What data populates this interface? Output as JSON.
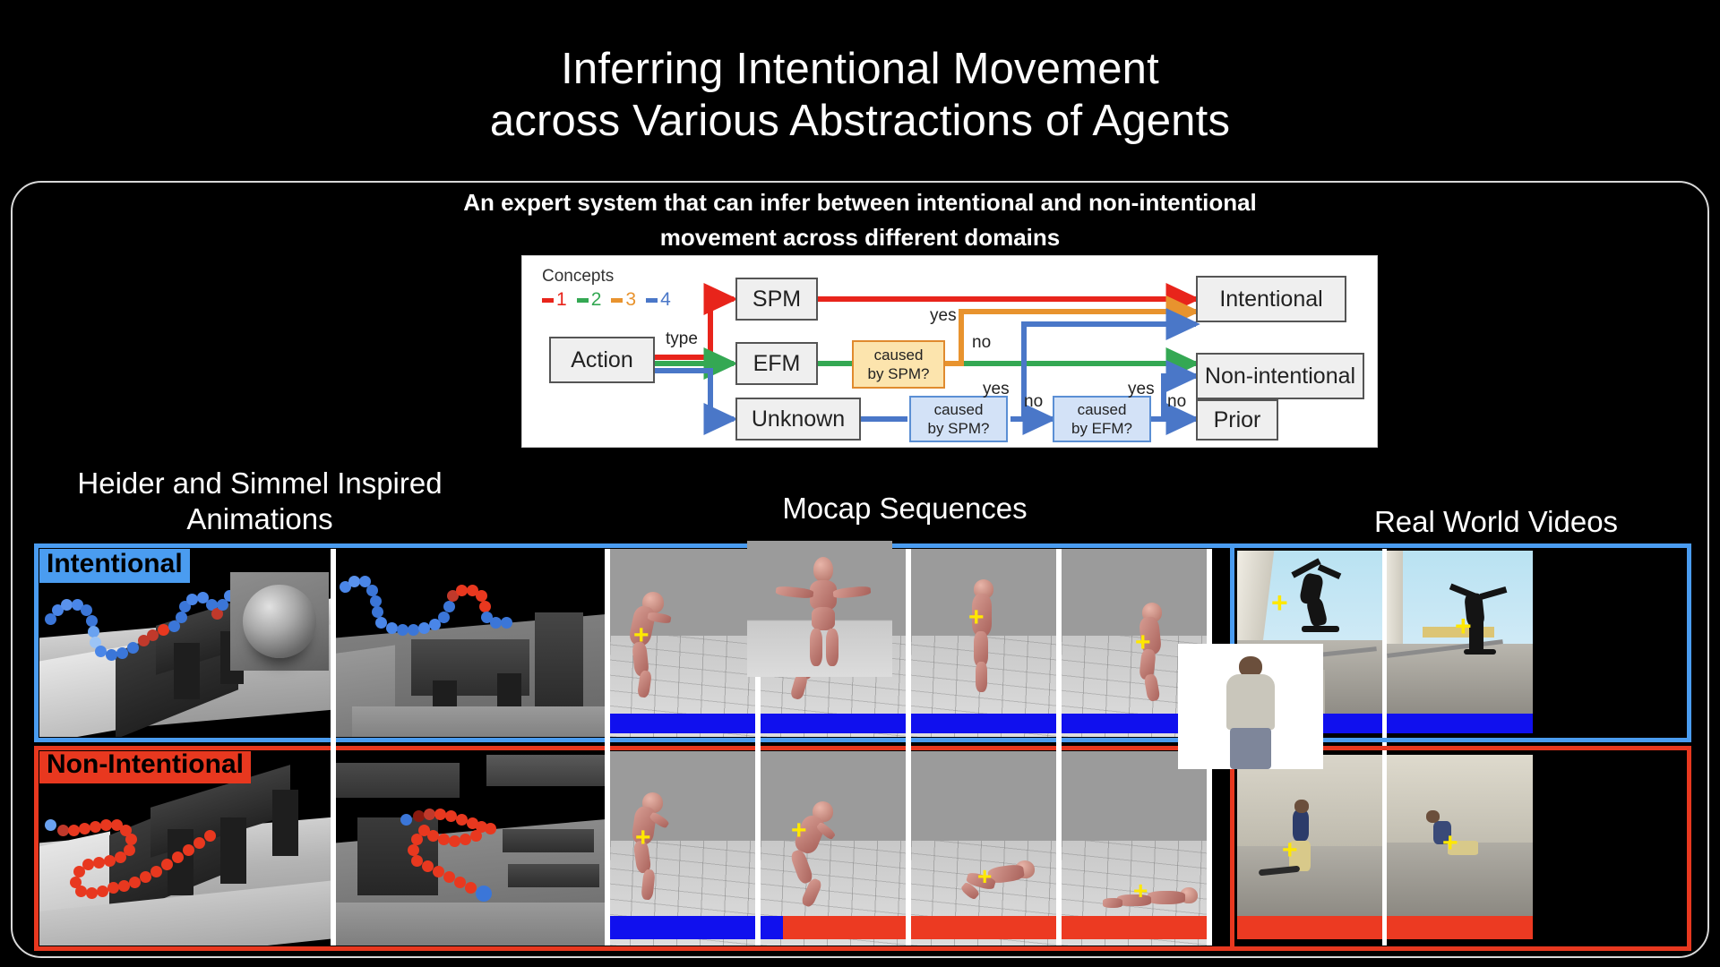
{
  "title": "Inferring Intentional Movement\nacross Various Abstractions of Agents",
  "subtitle": "An expert system that can infer between intentional and non-intentional\nmovement across different domains",
  "flowchart": {
    "legend_title": "Concepts",
    "legend_items": [
      {
        "label": "1",
        "color": "#e8241b"
      },
      {
        "label": "2",
        "color": "#34a853"
      },
      {
        "label": "3",
        "color": "#e8932e"
      },
      {
        "label": "4",
        "color": "#4a77c8"
      }
    ],
    "nodes": {
      "action": "Action",
      "spm": "SPM",
      "efm": "EFM",
      "unknown": "Unknown",
      "intentional": "Intentional",
      "non_intentional": "Non-intentional",
      "prior": "Prior"
    },
    "decisions": {
      "caused_by_spm_top": "caused\nby SPM?",
      "caused_by_spm_bottom": "caused\nby SPM?",
      "caused_by_efm": "caused\nby EFM?"
    },
    "edge_labels": {
      "type": "type",
      "yes_top": "yes",
      "no_top": "no",
      "yes_mid": "yes",
      "no_mid": "no",
      "yes_right": "yes",
      "no_right": "no"
    }
  },
  "sections": [
    {
      "id": "heider-simmel",
      "caption": "Heider and Simmel Inspired\nAnimations"
    },
    {
      "id": "mocap",
      "caption": "Mocap Sequences"
    },
    {
      "id": "real-world",
      "caption": "Real World Videos"
    }
  ],
  "row_labels": {
    "intentional": "Intentional",
    "non_intentional": "Non-Intentional"
  },
  "colors": {
    "intentional_blue": "#4a9cf0",
    "non_intentional_red": "#e8381f",
    "bar_blue": "#1010ee",
    "bar_red": "#ec3a22",
    "background": "#000000",
    "panel_border": "#d8d8d8"
  },
  "score_bars": {
    "top_row": [
      {
        "section": "mocap",
        "blue_fraction": 1.0
      },
      {
        "section": "real-world",
        "blue_fraction": 1.0
      }
    ],
    "bottom_row": [
      {
        "section": "mocap",
        "blue_fraction": 0.29,
        "red_fraction": 0.71
      },
      {
        "section": "real-world",
        "blue_fraction": 0.0,
        "red_fraction": 1.0
      }
    ]
  },
  "annotation_marker": "+"
}
